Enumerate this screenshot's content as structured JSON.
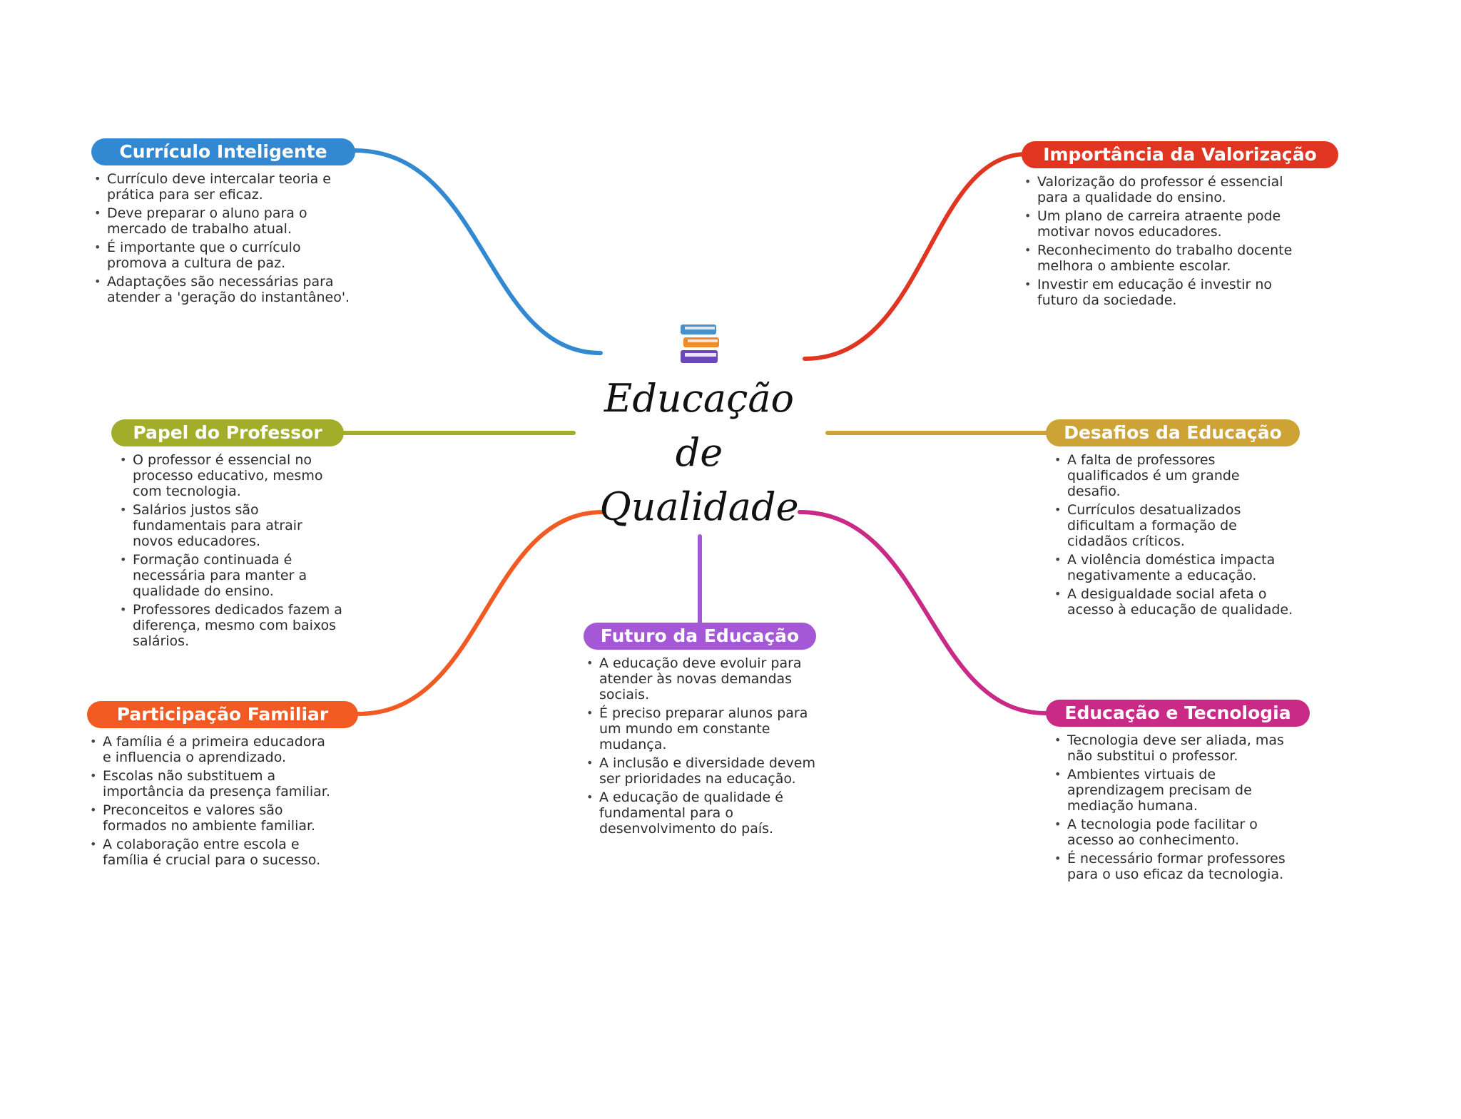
{
  "central": {
    "icon": "books-icon",
    "title_lines": [
      "Educação",
      "de",
      "Qualidade"
    ]
  },
  "branches": [
    {
      "id": "curriculo",
      "title": "Currículo Inteligente",
      "color": "#3388d2",
      "items": [
        "Currículo deve intercalar teoria e prática para ser eficaz.",
        "Deve preparar o aluno para o mercado de trabalho atual.",
        "É importante que o currículo promova a cultura de paz.",
        "Adaptações são necessárias para atender a 'geração do instantâneo'."
      ]
    },
    {
      "id": "valorizacao",
      "title": "Importância da Valorização",
      "color": "#e03621",
      "items": [
        "Valorização do professor é essencial para a qualidade do ensino.",
        "Um plano de carreira atraente pode motivar novos educadores.",
        "Reconhecimento do trabalho docente melhora o ambiente escolar.",
        "Investir em educação é investir no futuro da sociedade."
      ]
    },
    {
      "id": "professor",
      "title": "Papel do Professor",
      "color": "#a2ad2a",
      "items": [
        "O professor é essencial no processo educativo, mesmo com tecnologia.",
        "Salários justos são fundamentais para atrair novos educadores.",
        "Formação continuada é necessária para manter a qualidade do ensino.",
        "Professores dedicados fazem a diferença, mesmo com baixos salários."
      ]
    },
    {
      "id": "desafios",
      "title": "Desafios da Educação",
      "color": "#cea336",
      "items": [
        "A falta de professores qualificados é um grande desafio.",
        "Currículos desatualizados dificultam a formação de cidadãos críticos.",
        "A violência doméstica impacta negativamente a educação.",
        "A desigualdade social afeta o acesso à educação de qualidade."
      ]
    },
    {
      "id": "familiar",
      "title": "Participação Familiar",
      "color": "#f15a22",
      "items": [
        "A família é a primeira educadora e influencia o aprendizado.",
        "Escolas não substituem a importância da presença familiar.",
        "Preconceitos e valores são formados no ambiente familiar.",
        "A colaboração entre escola e família é crucial para o sucesso."
      ]
    },
    {
      "id": "futuro",
      "title": "Futuro da Educação",
      "color": "#a558d6",
      "items": [
        "A educação deve evoluir para atender às novas demandas sociais.",
        "É preciso preparar alunos para um mundo em constante mudança.",
        "A inclusão e diversidade devem ser prioridades na educação.",
        "A educação de qualidade é fundamental para o desenvolvimento do país."
      ]
    },
    {
      "id": "tecnologia",
      "title": "Educação e Tecnologia",
      "color": "#c92a86",
      "items": [
        "Tecnologia deve ser aliada, mas não substitui o professor.",
        "Ambientes virtuais de aprendizagem precisam de mediação humana.",
        "A tecnologia pode facilitar o acesso ao conhecimento.",
        "É necessário formar professores para o uso eficaz da tecnologia."
      ]
    }
  ]
}
